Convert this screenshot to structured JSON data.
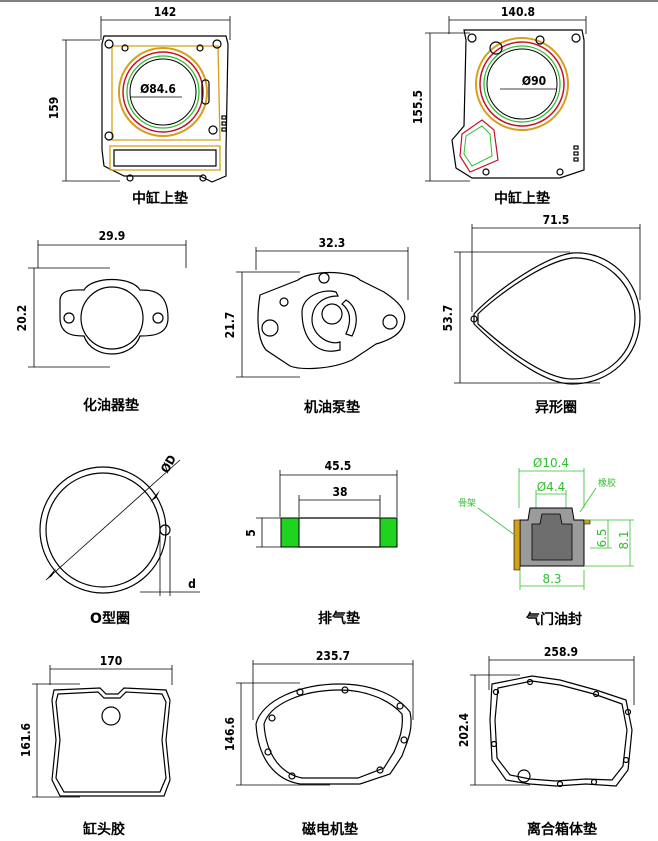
{
  "items": [
    {
      "caption": "中缸上垫",
      "width": "142",
      "height": "159",
      "inner": "Ø84.6"
    },
    {
      "caption": "中缸上垫",
      "width": "140.8",
      "height": "155.5",
      "inner": "Ø90"
    },
    {
      "caption": "化油器垫",
      "width": "29.9",
      "height": "20.2"
    },
    {
      "caption": "机油泵垫",
      "width": "32.3",
      "height": "21.7"
    },
    {
      "caption": "异形圈",
      "width": "71.5",
      "height": "53.7"
    },
    {
      "caption": "O型圈",
      "dia": "ØD",
      "thick": "d"
    },
    {
      "caption": "排气垫",
      "outer": "45.5",
      "inner": "38",
      "thick": "5"
    },
    {
      "caption": "气门油封",
      "od": "Ø10.4",
      "id": "Ø4.4",
      "h1": "6.5",
      "h2": "8.1",
      "w": "8.3",
      "left": "骨架",
      "right": "橡胶"
    },
    {
      "caption": "缸头胶",
      "width": "170",
      "height": "161.6"
    },
    {
      "caption": "磁电机垫",
      "width": "235.7",
      "height": "146.6"
    },
    {
      "caption": "离合箱体垫",
      "width": "258.9",
      "height": "202.4"
    }
  ],
  "colors": {
    "accent": "#2fbf2f",
    "inner_line": "#c8102e",
    "outer_line": "#d4a017"
  }
}
